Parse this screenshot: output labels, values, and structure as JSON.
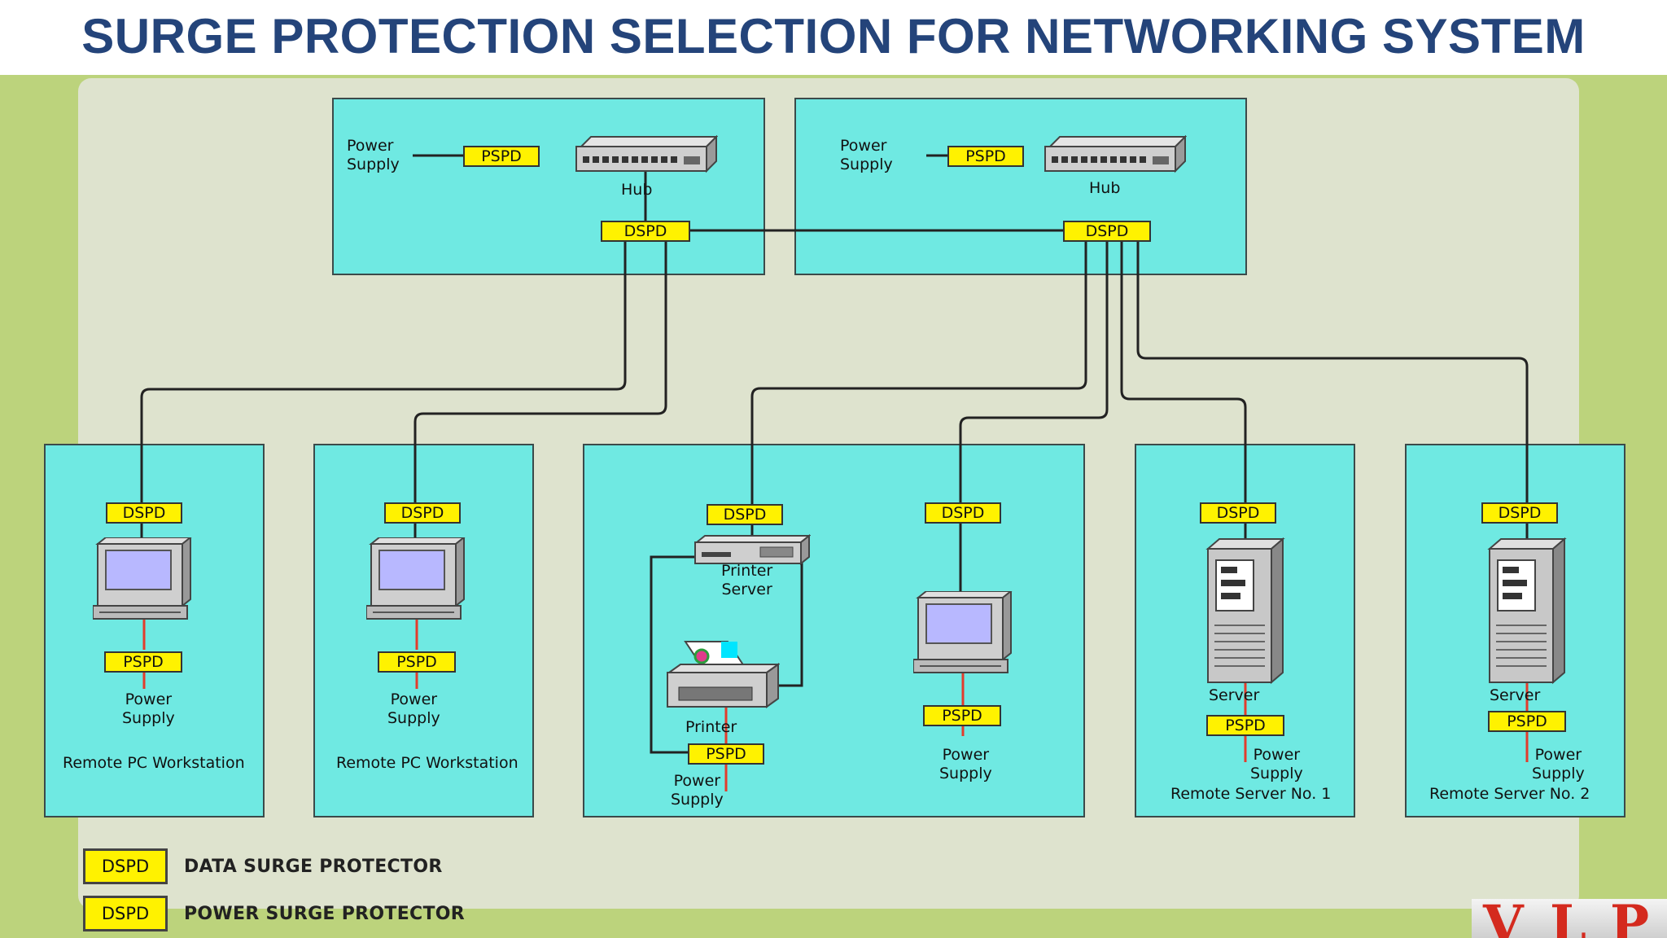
{
  "title": "SURGE PROTECTION SELECTION FOR NETWORKING SYSTEM",
  "labels": {
    "dspd": "DSPD",
    "pspd": "PSPD",
    "power_supply": "Power\nSupply",
    "hub": "Hub",
    "printer_server": "Printer\nServer",
    "printer": "Printer",
    "server": "Server",
    "remote_pc": "Remote PC Workstation",
    "remote_server_1": "Remote Server No. 1",
    "remote_server_2": "Remote Server No. 2"
  },
  "legend": [
    {
      "key": "DSPD",
      "text": "DATA SURGE PROTECTOR"
    },
    {
      "key": "DSPD",
      "text": "POWER SURGE PROTECTOR"
    }
  ],
  "logo": {
    "letters": [
      "V",
      "L",
      "P"
    ],
    "color": "#d42a1e"
  },
  "colors": {
    "box_fill": "#6fe9e2",
    "tag_fill": "#fff200",
    "power_wire": "#e23c2c",
    "data_wire": "#222222",
    "title": "#24447a",
    "frame": "#bcd37c",
    "panel": "#dee3ce"
  }
}
